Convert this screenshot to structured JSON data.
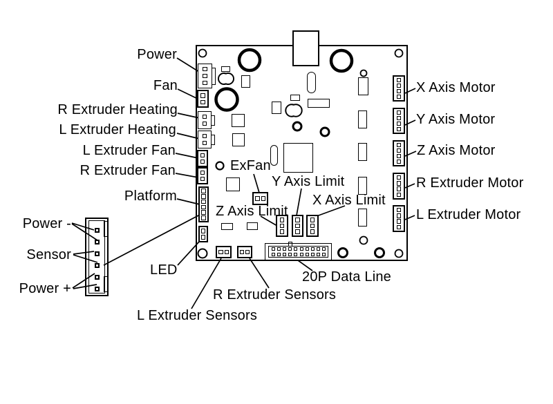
{
  "diagram": {
    "colors": {
      "line": "#000000",
      "background": "#ffffff"
    },
    "labels": {
      "left": [
        "Power",
        "Fan",
        "R Extruder Heating",
        "L Extruder Heating",
        "L Extruder Fan",
        "R Extruder Fan",
        "Platform"
      ],
      "right": [
        "X Axis Motor",
        "Y Axis Motor",
        "Z Axis Motor",
        "R Extruder Motor",
        "L Extruder Motor"
      ],
      "inner": [
        "ExFan",
        "Y Axis Limit",
        "X Axis Limit",
        "Z Axis Limit"
      ],
      "bottom": [
        "LED",
        "20P Data Line",
        "R Extruder Sensors",
        "L Extruder Sensors"
      ],
      "power_plug": [
        "Power -",
        "Sensor",
        "Power +"
      ]
    }
  }
}
